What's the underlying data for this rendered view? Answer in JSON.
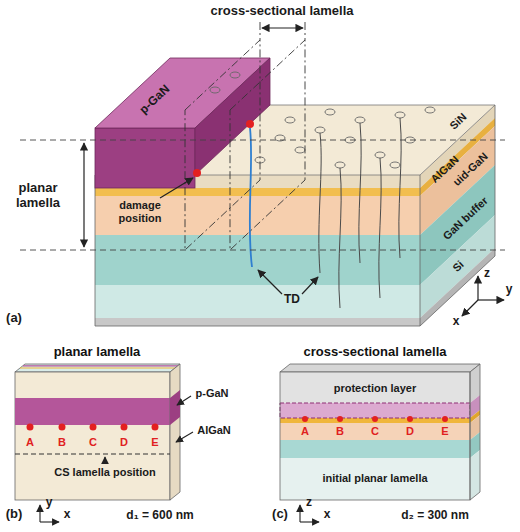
{
  "diagram": {
    "nodes": [
      {
        "text": [
          "planar lamella"
        ]
      },
      {
        "text": [
          "cross-sectional lamella"
        ]
      }
    ],
    "labels": [
      "cross-sectional lamella",
      "planar lamella",
      "p-GaN",
      "SiN",
      "AlGaN",
      "uid-GaN",
      "GaN buffer",
      "Si",
      "damage position",
      "TD",
      "z",
      "y",
      "x",
      "(a)",
      "p-GaN",
      "AlGaN",
      "A",
      "B",
      "C",
      "D",
      "E",
      "CS lamella position",
      "d₁ = 600 nm",
      "y",
      "x",
      "(b)",
      "protection layer",
      "A",
      "B",
      "C",
      "D",
      "E",
      "initial planar lamella",
      "d₂ = 300 nm",
      "z",
      "x",
      "(c)"
    ]
  }
}
